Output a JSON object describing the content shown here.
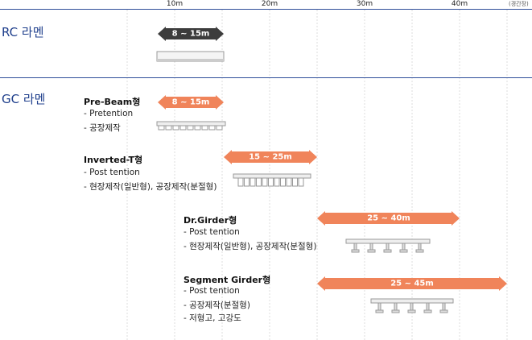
{
  "axis": {
    "ticks": [
      "10m",
      "20m",
      "30m",
      "40m"
    ],
    "unit": "(경간장)"
  },
  "sections": {
    "rc": {
      "title": "RC 라멘",
      "bar_label": "8 ~ 15m"
    },
    "gc": {
      "title": "GC 라멘",
      "items": [
        {
          "name": "Pre-Beam형",
          "bullets": [
            "- Pretention",
            "- 공장제작"
          ],
          "bar_label": "8 ~ 15m"
        },
        {
          "name": "Inverted-T형",
          "bullets": [
            "- Post tention",
            "- 현장제작(일반형), 공장제작(분절형)"
          ],
          "bar_label": "15 ~ 25m"
        },
        {
          "name": "Dr.Girder형",
          "bullets": [
            "- Post tention",
            "- 현장제작(일반형), 공장제작(분절형)"
          ],
          "bar_label": "25 ~ 40m"
        },
        {
          "name": "Segment Girder형",
          "bullets": [
            "- Post tention",
            "- 공장제작(분절형)",
            "- 저형고, 고강도"
          ],
          "bar_label": "25 ~ 45m"
        }
      ]
    }
  },
  "colors": {
    "section_title": "#1f3f8c",
    "rule_line": "#2f4f9a",
    "rc_bar": "#3c3c3c",
    "gc_bar": "#f0845a",
    "grid": "#dddddd"
  }
}
